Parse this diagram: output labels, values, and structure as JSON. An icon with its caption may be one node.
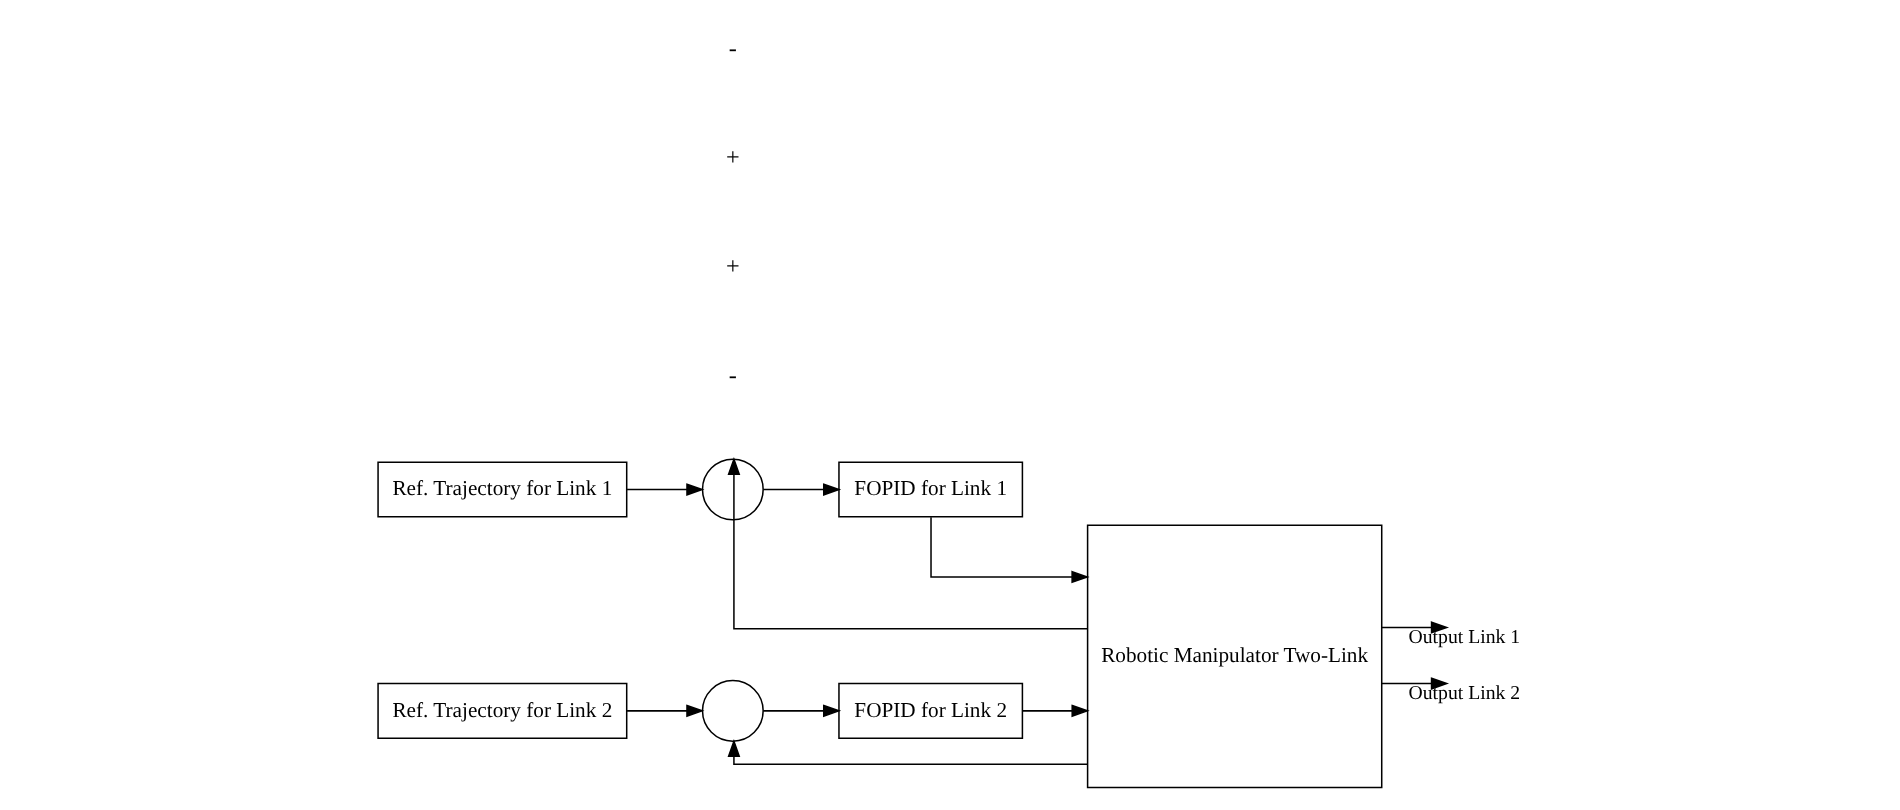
{
  "diagram": {
    "nodes": [
      {
        "text": [
          "Ref. Trajectory for Link 1"
        ]
      },
      {
        "text": [],
        "shape": "circle"
      },
      {
        "text": [
          "FOPID for Link 1"
        ]
      },
      {
        "text": [
          "Ref. Trajectory for Link 2"
        ]
      },
      {
        "text": [],
        "shape": "circle"
      },
      {
        "text": [
          "FOPID for Link 2"
        ]
      },
      {
        "text": [
          "Robotic Manipulator Two-Link"
        ]
      }
    ],
    "edges": [
      {
        "from": 0,
        "to": 1,
        "arrow": "to"
      },
      {
        "from": 1,
        "to": 2,
        "arrow": "to"
      },
      {
        "from": 2,
        "to": 6,
        "arrow": "to"
      },
      {
        "from": 3,
        "to": 4,
        "arrow": "to"
      },
      {
        "from": 4,
        "to": 5,
        "arrow": "to"
      },
      {
        "from": 5,
        "to": 6,
        "arrow": "to"
      },
      {
        "from": 6,
        "to": null,
        "arrow": "to",
        "label": "Output Link 1"
      },
      {
        "from": 6,
        "to": null,
        "arrow": "to",
        "label": "Output Link 2"
      },
      {
        "from": 6,
        "to": 1,
        "arrow": "to"
      },
      {
        "from": 6,
        "to": 4,
        "arrow": "to"
      }
    ],
    "labels": [
      "-",
      "+",
      "+",
      "-"
    ]
  }
}
